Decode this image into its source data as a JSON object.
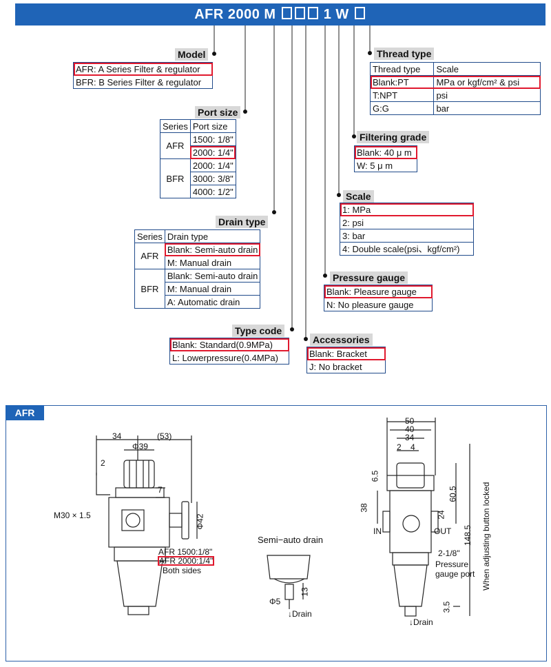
{
  "banner": {
    "model_code": "AFR 2000 M",
    "mid": "1 W"
  },
  "model": {
    "heading": "Model",
    "rows": [
      "AFR: A Series Filter & regulator",
      "BFR: B Series Filter & regulator"
    ]
  },
  "port_size": {
    "heading": "Port size",
    "header": [
      "Series",
      "Port size"
    ],
    "afr": "AFR",
    "bfr": "BFR",
    "afr_rows": [
      "1500: 1/8\"",
      "2000: 1/4\""
    ],
    "bfr_rows": [
      "2000: 1/4\"",
      "3000: 3/8\"",
      "4000: 1/2\""
    ]
  },
  "drain_type": {
    "heading": "Drain type",
    "header": [
      "Series",
      "Drain type"
    ],
    "afr": "AFR",
    "bfr": "BFR",
    "afr_rows": [
      "Blank: Semi-auto drain",
      "M: Manual drain"
    ],
    "bfr_rows": [
      "Blank: Semi-auto drain",
      "M: Manual drain",
      "A: Automatic drain"
    ]
  },
  "type_code": {
    "heading": "Type code",
    "rows": [
      "Blank: Standard(0.9MPa)",
      "L: Lowerpressure(0.4MPa)"
    ]
  },
  "accessories": {
    "heading": "Accessories",
    "rows": [
      "Blank: Bracket",
      "J: No bracket"
    ]
  },
  "pressure_gauge": {
    "heading": "Pressure gauge",
    "rows": [
      "Blank: Pleasure gauge",
      "N: No pleasure gauge"
    ]
  },
  "scale": {
    "heading": "Scale",
    "rows": [
      "1: MPa",
      "2: psi",
      "3: bar",
      "4: Double scale(psi、kgf/cm²)"
    ]
  },
  "filtering_grade": {
    "heading": "Filtering grade",
    "rows": [
      "Blank: 40 μ m",
      "W: 5 μ m"
    ]
  },
  "thread_type": {
    "heading": "Thread type",
    "header": [
      "Thread type",
      "Scale"
    ],
    "rows": [
      [
        "Blank:PT",
        "MPa or  kgf/cm² & psi"
      ],
      [
        "T:NPT",
        "psi"
      ],
      [
        "G:G",
        "bar"
      ]
    ]
  },
  "afr_section": {
    "tab": "AFR",
    "left": {
      "d34": "34",
      "d53": "(53)",
      "phi39": "Φ39",
      "d2": "2",
      "d7": "7",
      "m30": "M30 × 1.5",
      "phi42": "Φ42",
      "port1": "AFR 1500:1/8\"",
      "port2": "AFR 2000:1/4\"",
      "both": "Both sides"
    },
    "middle": {
      "title": "Semi−auto drain",
      "phi5": "Φ5",
      "d13": "13",
      "drain": "Drain"
    },
    "right": {
      "d50": "50",
      "d40": "40",
      "d34": "34",
      "d2": "2",
      "d4": "4",
      "d65": "6.5",
      "d38": "38",
      "d24": "24",
      "d605": "60.5",
      "d1485": "148.5",
      "d35": "3.5",
      "in": "IN",
      "out": "OUT",
      "port": "2-1/8\"",
      "gauge1": "Pressure",
      "gauge2": "gauge port",
      "locked": "When adjusting button locked",
      "drain": "Drain"
    }
  }
}
